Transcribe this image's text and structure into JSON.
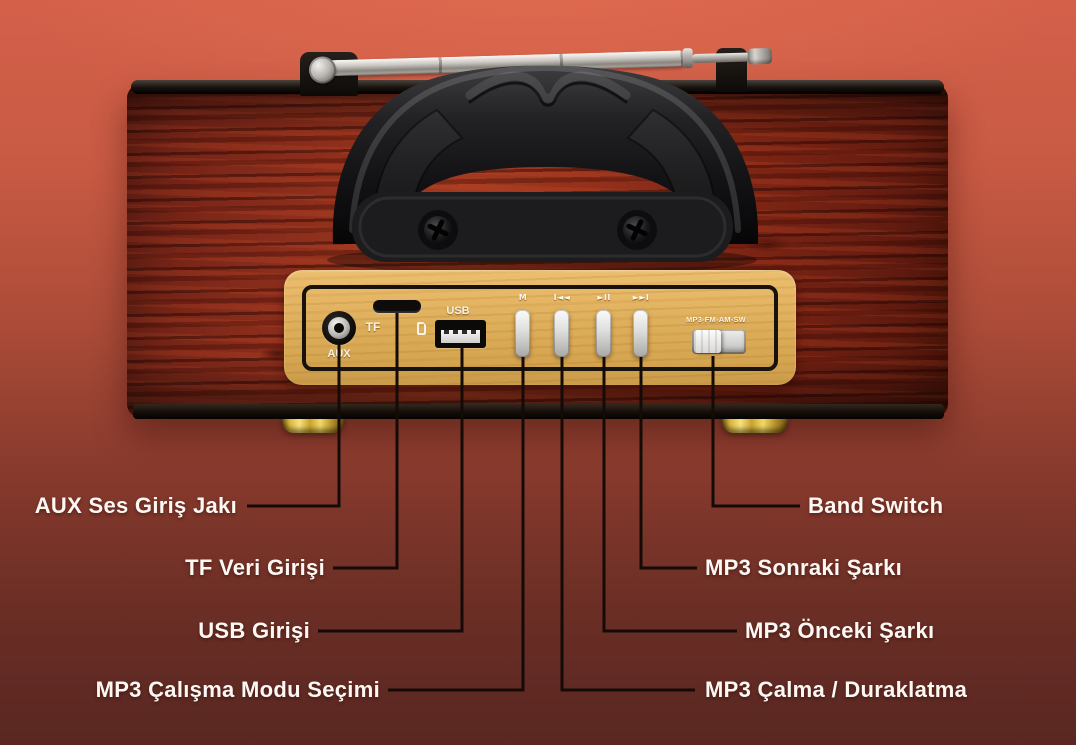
{
  "meta": {
    "description": "Rear-panel callout diagram of a wooden portable radio",
    "language": "tr"
  },
  "colors": {
    "background_top": "#d4604a",
    "background_bottom": "#592722",
    "body_wood": "#8c2e1c",
    "panel_wood": "#ddab55",
    "foot_gold": "#e3b93f",
    "callout_line": "#140a06",
    "label_text": "#fdf8f4"
  },
  "device": {
    "name": "wooden-portable-radio-rear",
    "panel": {
      "aux_port_label": "AUX",
      "tf_slot_label": "TF",
      "usb_port_label": "USB",
      "mode_button_glyph": "M",
      "prev_button_glyph": "I◄◄",
      "play_button_glyph": "►II",
      "next_button_glyph": "►►I",
      "band_switch_label": "MP3-FM-AM-SW"
    }
  },
  "callouts": {
    "left": [
      {
        "label": "AUX Ses Giriş Jakı",
        "target": "aux-jack"
      },
      {
        "label": "TF Veri Girişi",
        "target": "tf-card-slot"
      },
      {
        "label": "USB Girişi",
        "target": "usb-port"
      },
      {
        "label": "MP3 Çalışma Modu Seçimi",
        "target": "mode-button"
      }
    ],
    "right": [
      {
        "label": "Band Switch",
        "target": "band-switch"
      },
      {
        "label": "MP3 Sonraki Şarkı",
        "target": "panel-button-4"
      },
      {
        "label": "MP3 Önceki Şarkı",
        "target": "panel-button-3"
      },
      {
        "label": "MP3 Çalma / Duraklatma",
        "target": "panel-button-2"
      }
    ]
  }
}
